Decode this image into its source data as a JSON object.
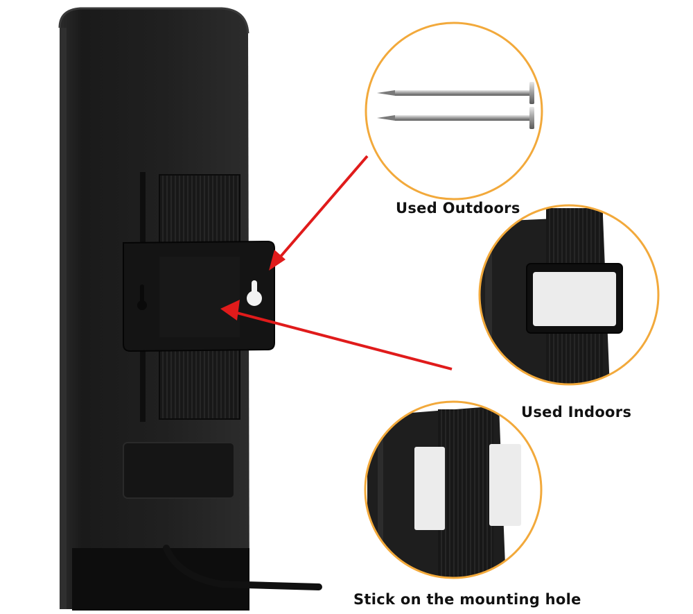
{
  "captions": {
    "outdoors": "Used Outdoors",
    "indoors": "Used Indoors",
    "stick": "Stick on the mounting hole"
  },
  "colors": {
    "ring": "#F2A93B",
    "arrow": "#E01B1B",
    "device": "#1b1b1b",
    "bracket": "#121212",
    "tape": "#ECECEC"
  }
}
